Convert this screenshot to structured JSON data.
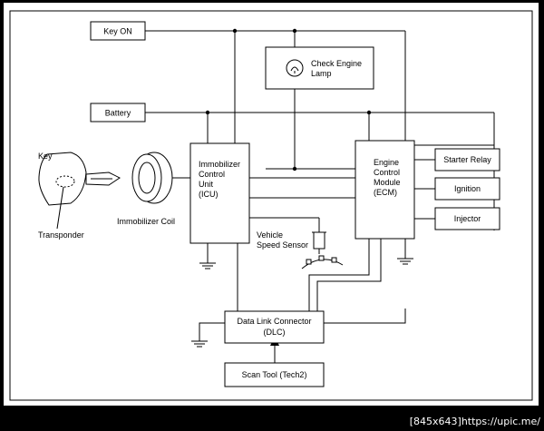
{
  "diagram": {
    "key_on": "Key ON",
    "battery": "Battery",
    "check_engine_lamp": [
      "Check Engine",
      "Lamp"
    ],
    "key": "Key",
    "transponder": "Transponder",
    "immobilizer_coil": "Immobilizer Coil",
    "icu": [
      "Immobilizer",
      "Control",
      "Unit",
      "(ICU)"
    ],
    "ecm": [
      "Engine",
      "Control",
      "Module",
      "(ECM)"
    ],
    "starter_relay": "Starter Relay",
    "ignition": "Ignition",
    "injector": "Injector",
    "vehicle_speed_sensor": [
      "Vehicle",
      "Speed Sensor"
    ],
    "dlc": [
      "Data Link Connector",
      "(DLC)"
    ],
    "scan_tool": "Scan Tool (Tech2)"
  },
  "watermark": "[845x643]https://upic.me/"
}
